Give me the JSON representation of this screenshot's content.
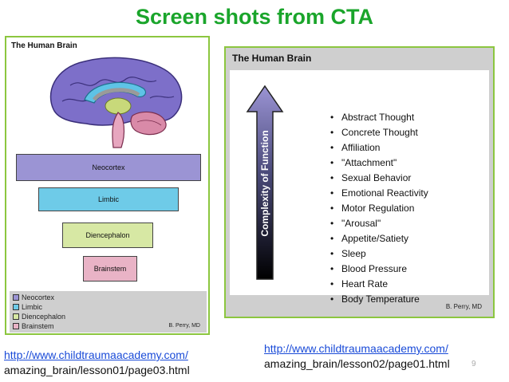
{
  "slide": {
    "title": "Screen shots from CTA",
    "page_number": "9"
  },
  "left_panel": {
    "title": "The Human Brain",
    "tiers": [
      {
        "label": "Neocortex",
        "color": "#9b94d4"
      },
      {
        "label": "Limbic",
        "color": "#6ecbe8"
      },
      {
        "label": "Diencephalon",
        "color": "#d7e8a4"
      },
      {
        "label": "Brainstem",
        "color": "#e9b3c6"
      }
    ],
    "legend": [
      "Neocortex",
      "Limbic",
      "Diencephalon",
      "Brainstem"
    ],
    "credit": "B. Perry, MD"
  },
  "right_panel": {
    "title": "The Human Brain",
    "axis_label": "Complexity of Function",
    "functions": [
      "Abstract Thought",
      "Concrete Thought",
      "Affiliation",
      "\"Attachment\"",
      "Sexual Behavior",
      "Emotional Reactivity",
      "Motor Regulation",
      "\"Arousal\"",
      "Appetite/Satiety",
      "Sleep",
      "Blood Pressure",
      "Heart Rate",
      "Body Temperature"
    ],
    "credit": "B. Perry, MD"
  },
  "links": {
    "left_url": "http://www.childtraumaacademy.com/",
    "left_path": "amazing_brain/lesson01/page03.html",
    "right_url": "http://www.childtraumaacademy.com/",
    "right_path": "amazing_brain/lesson02/page01.html"
  },
  "colors": {
    "title_green": "#1aa52b",
    "panel_border": "#8cc63f",
    "link_blue": "#1a4bd8"
  }
}
